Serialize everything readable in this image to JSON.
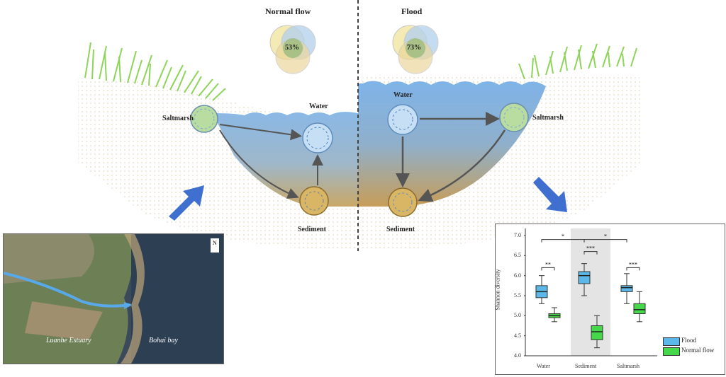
{
  "header": {
    "normal_flow": "Normal flow",
    "flood": "Flood"
  },
  "venn": {
    "normal_pct": "53%",
    "flood_pct": "73%"
  },
  "labels": {
    "saltmarsh": "Saltmarsh",
    "water": "Water",
    "sediment": "Sediment"
  },
  "map": {
    "estuary": "Luanhe Estuary",
    "bay": "Bohai bay",
    "north": "N"
  },
  "boxplot": {
    "ylabel": "Shannon diversity",
    "yticks": [
      "7.0",
      "6.5",
      "6.0",
      "5.5",
      "5.0",
      "4.5",
      "4.0"
    ],
    "categories": [
      "Water",
      "Sediment",
      "Saltmarsh"
    ],
    "legend": [
      "Flood",
      "Normal flow"
    ],
    "sig_pairs": [
      "**",
      "***",
      "***",
      "*",
      "*"
    ],
    "colors": {
      "flood": "#5bb8e8",
      "normal": "#44d84a"
    }
  },
  "chart_data": {
    "type": "box",
    "ylabel": "Shannon diversity",
    "ylim": [
      4.0,
      7.0
    ],
    "categories": [
      "Water",
      "Sediment",
      "Saltmarsh"
    ],
    "series": [
      {
        "name": "Flood",
        "values": [
          {
            "min": 5.3,
            "q1": 5.45,
            "median": 5.6,
            "q3": 5.75,
            "max": 6.0
          },
          {
            "min": 5.5,
            "q1": 5.8,
            "median": 6.0,
            "q3": 6.1,
            "max": 6.3
          },
          {
            "min": 5.3,
            "q1": 5.6,
            "median": 5.7,
            "q3": 5.75,
            "max": 6.05
          }
        ]
      },
      {
        "name": "Normal flow",
        "values": [
          {
            "min": 4.85,
            "q1": 4.95,
            "median": 5.0,
            "q3": 5.05,
            "max": 5.2
          },
          {
            "min": 4.2,
            "q1": 4.4,
            "median": 4.6,
            "q3": 4.75,
            "max": 5.0
          },
          {
            "min": 4.85,
            "q1": 5.05,
            "median": 5.15,
            "q3": 5.3,
            "max": 5.6
          }
        ]
      }
    ]
  }
}
